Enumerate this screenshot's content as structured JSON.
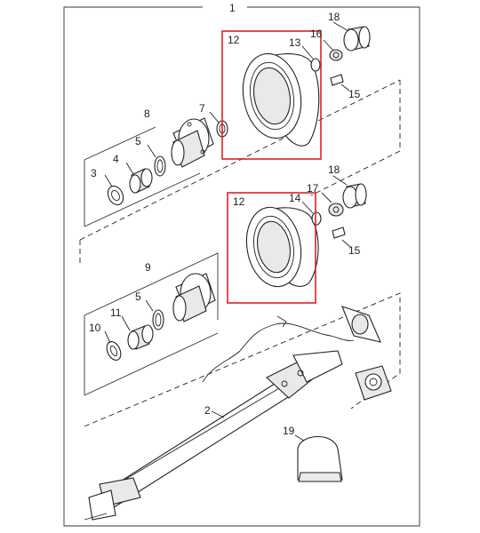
{
  "diagram": {
    "title_number": "1",
    "callouts": {
      "c2": "2",
      "c3": "3",
      "c4": "4",
      "c5_upper": "5",
      "c5_lower": "5",
      "c7": "7",
      "c8": "8",
      "c9": "9",
      "c10": "10",
      "c11": "11",
      "c12_upper": "12",
      "c12_lower": "12",
      "c13": "13",
      "c14": "14",
      "c15_upper": "15",
      "c15_lower": "15",
      "c16": "16",
      "c17": "17",
      "c18_upper": "18",
      "c18_lower": "18",
      "c19": "19"
    },
    "highlight_color": "#e02020"
  }
}
